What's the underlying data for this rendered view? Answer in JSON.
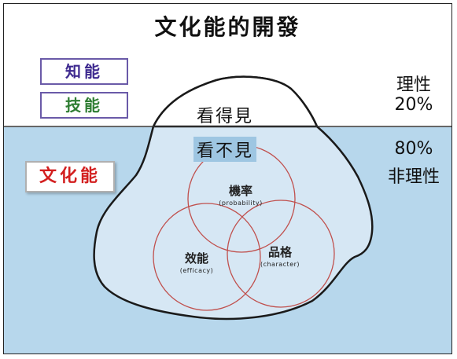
{
  "title": "文化能的開發",
  "left_labels": {
    "zhineng": "知能",
    "jineng": "技能",
    "wenhuaneng": "文化能"
  },
  "right_labels": {
    "rational": "理性",
    "rational_pct": "20%",
    "irrational_pct": "80%",
    "irrational": "非理性"
  },
  "iceberg": {
    "visible": "看得見",
    "invisible": "看不見"
  },
  "circles": [
    {
      "zh": "機率",
      "en": "(probability)"
    },
    {
      "zh": "效能",
      "en": "(efficacy)"
    },
    {
      "zh": "品格",
      "en": "(character)"
    }
  ],
  "colors": {
    "water": "#b7d7ec",
    "iceberg_fill": "#d6e7f4",
    "circle_stroke": "#c0504d",
    "zhineng_text": "#3e2a8f",
    "jineng_text": "#2e7d32",
    "wenhuaneng_text": "#d32020"
  }
}
